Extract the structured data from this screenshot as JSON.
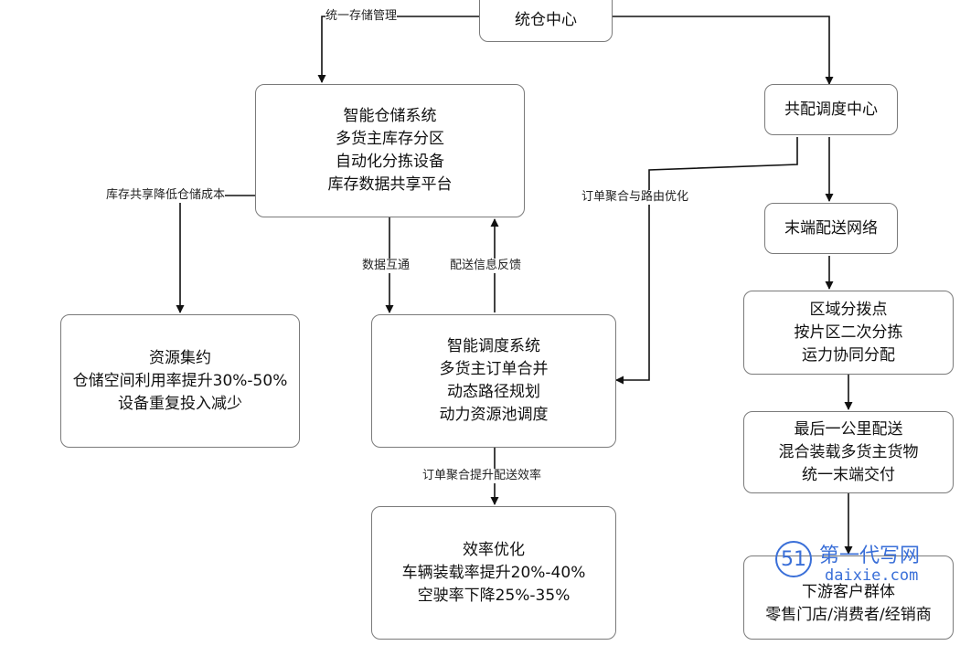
{
  "nodes": {
    "center": {
      "title": "统仓中心"
    },
    "storage": {
      "title": "智能仓储系统",
      "lines": [
        "多货主库存分区",
        "自动化分拣设备",
        "库存数据共享平台"
      ]
    },
    "resource": {
      "title": "资源集约",
      "lines": [
        "仓储空间利用率提升30%-50%",
        "设备重复投入减少"
      ]
    },
    "dispatch": {
      "title": "智能调度系统",
      "lines": [
        "多货主订单合并",
        "动态路径规划",
        "动力资源池调度"
      ]
    },
    "efficiency": {
      "title": "效率优化",
      "lines": [
        "车辆装载率提升20%-40%",
        "空驶率下降25%-35%"
      ]
    },
    "codispatch": {
      "title": "共配调度中心"
    },
    "network": {
      "title": "末端配送网络"
    },
    "regional": {
      "title": "区域分拨点",
      "lines": [
        "按片区二次分拣",
        "运力协同分配"
      ]
    },
    "lastmile": {
      "title": "最后一公里配送",
      "lines": [
        "混合装载多货主货物",
        "统一末端交付"
      ]
    },
    "customers": {
      "title": "下游客户群体",
      "lines": [
        "零售门店/消费者/经销商"
      ]
    }
  },
  "edges": {
    "unified_storage": "统一存储管理",
    "cost_reduce": "库存共享降低仓储成本",
    "data_exchange": "数据互通",
    "feedback": "配送信息反馈",
    "order_routing": "订单聚合与路由优化",
    "order_efficiency": "订单聚合提升配送效率"
  },
  "watermark": {
    "logo": "51",
    "name": "第一代写网",
    "url": "daixie.com"
  }
}
